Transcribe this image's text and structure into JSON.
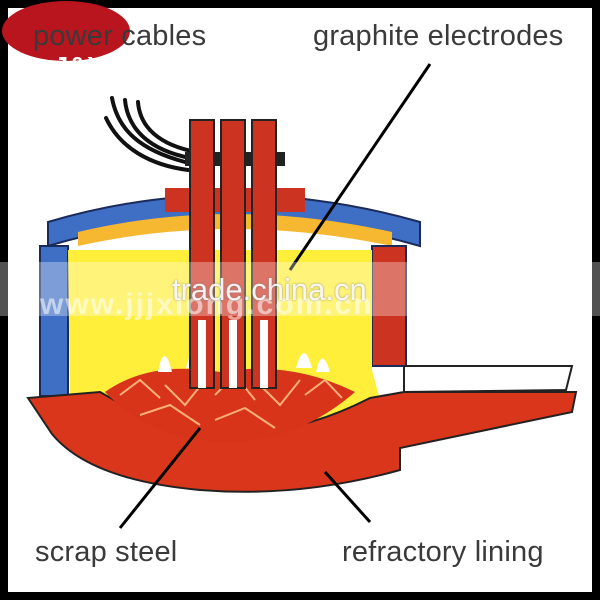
{
  "labels": {
    "power_cables": "power cables",
    "graphite_electrodes": "graphite electrodes",
    "scrap_steel": "scrap steel",
    "refractory_lining": "refractory lining"
  },
  "logo": {
    "text": "J&X"
  },
  "watermark": {
    "main": "trade.china.cn",
    "sub": "www.jjjxlong.com.cn"
  },
  "colors": {
    "frame": "#000000",
    "background": "#ffffff",
    "refractory_red": "#d9361c",
    "electrode_red": "#cc3320",
    "roof_blue": "#3f6fc4",
    "interior_yellow": "#ffee3a",
    "roof_yellow": "#f7b831",
    "scrap_red": "#d8341a",
    "flame": "#ffffff",
    "logo_red": "#b8151e",
    "label_gray": "#3a3a3a"
  }
}
